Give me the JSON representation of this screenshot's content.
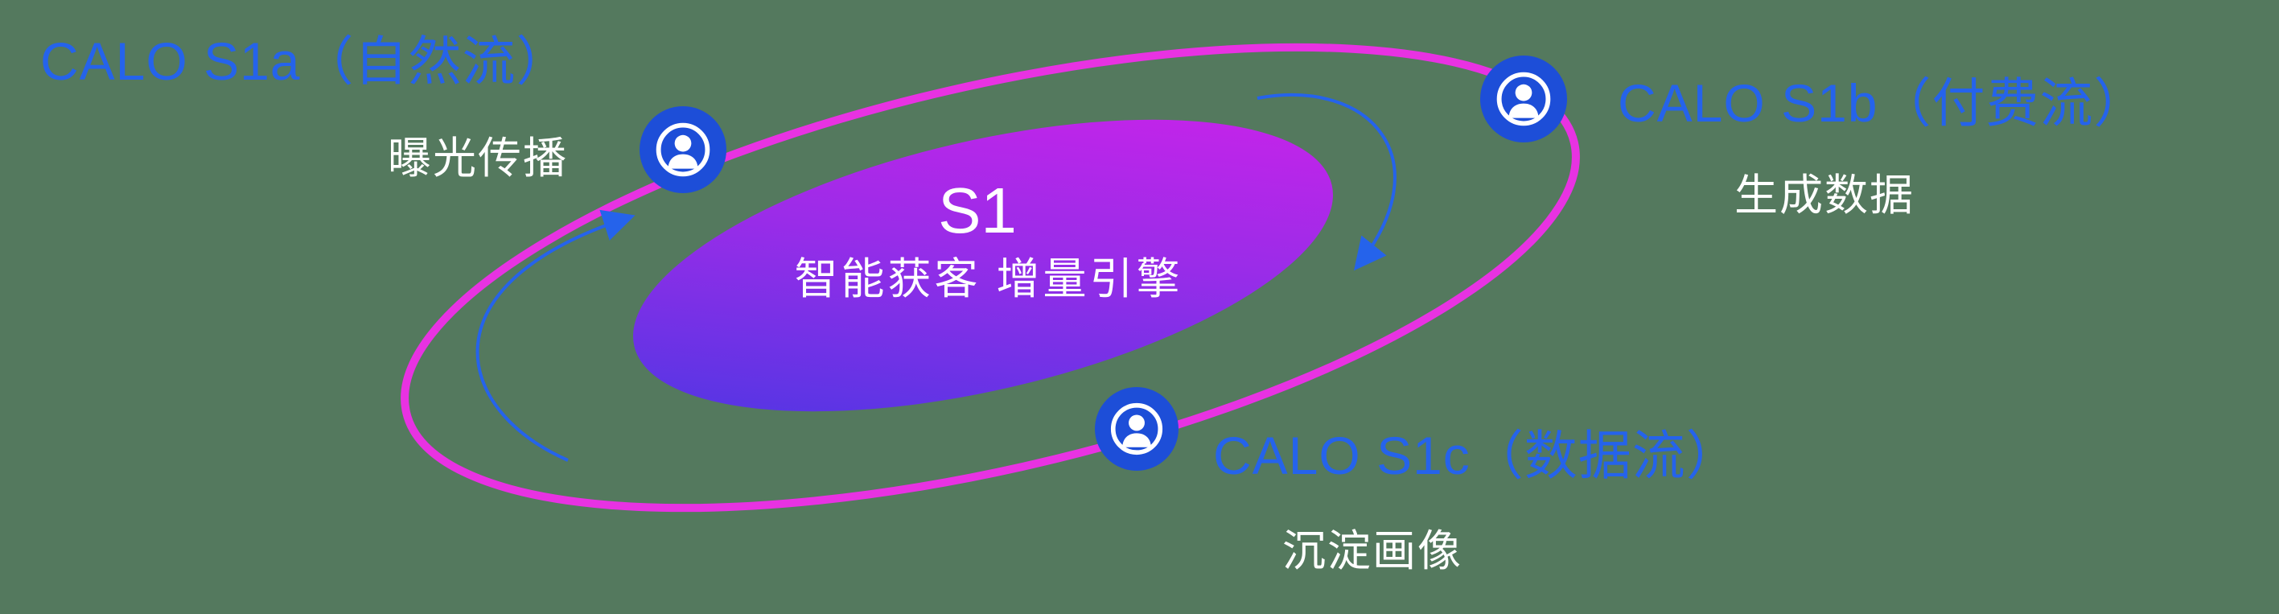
{
  "diagram": {
    "center": {
      "title": "S1",
      "subtitle": "智能获客  增量引擎"
    },
    "nodes": [
      {
        "id": "s1a",
        "title": "CALO S1a（自然流）",
        "subtitle": "曝光传播",
        "icon": "person-badge-icon"
      },
      {
        "id": "s1b",
        "title": "CALO S1b（付费流）",
        "subtitle": "生成数据",
        "icon": "person-badge-icon"
      },
      {
        "id": "s1c",
        "title": "CALO S1c（数据流）",
        "subtitle": "沉淀画像",
        "icon": "person-badge-icon"
      }
    ],
    "colors": {
      "background_green": "#54795e",
      "title_blue": "#2563eb",
      "orbit_magenta": "#e832e2",
      "node_blue": "#1d4ed8",
      "gradient_start_blue": "#4338e3",
      "gradient_end_magenta": "#d321ea",
      "label_white": "#ffffff",
      "arrow_blue": "#2563eb"
    }
  }
}
